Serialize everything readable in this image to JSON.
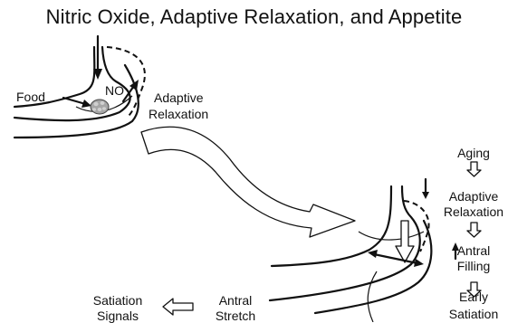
{
  "title": "Nitric Oxide, Adaptive Relaxation, and Appetite",
  "labels": {
    "food": "Food",
    "no": "NO",
    "adaptive_1": "Adaptive",
    "relaxation_1": "Relaxation",
    "satiation_signals_1": "Satiation",
    "satiation_signals_2": "Signals",
    "antral_stretch_1": "Antral",
    "antral_stretch_2": "Stretch"
  },
  "cascade": {
    "aging": "Aging",
    "adaptive": "Adaptive",
    "relaxation": "Relaxation",
    "antral": "Antral",
    "filling": "Filling",
    "early": "Early",
    "satiation": "Satiation"
  }
}
